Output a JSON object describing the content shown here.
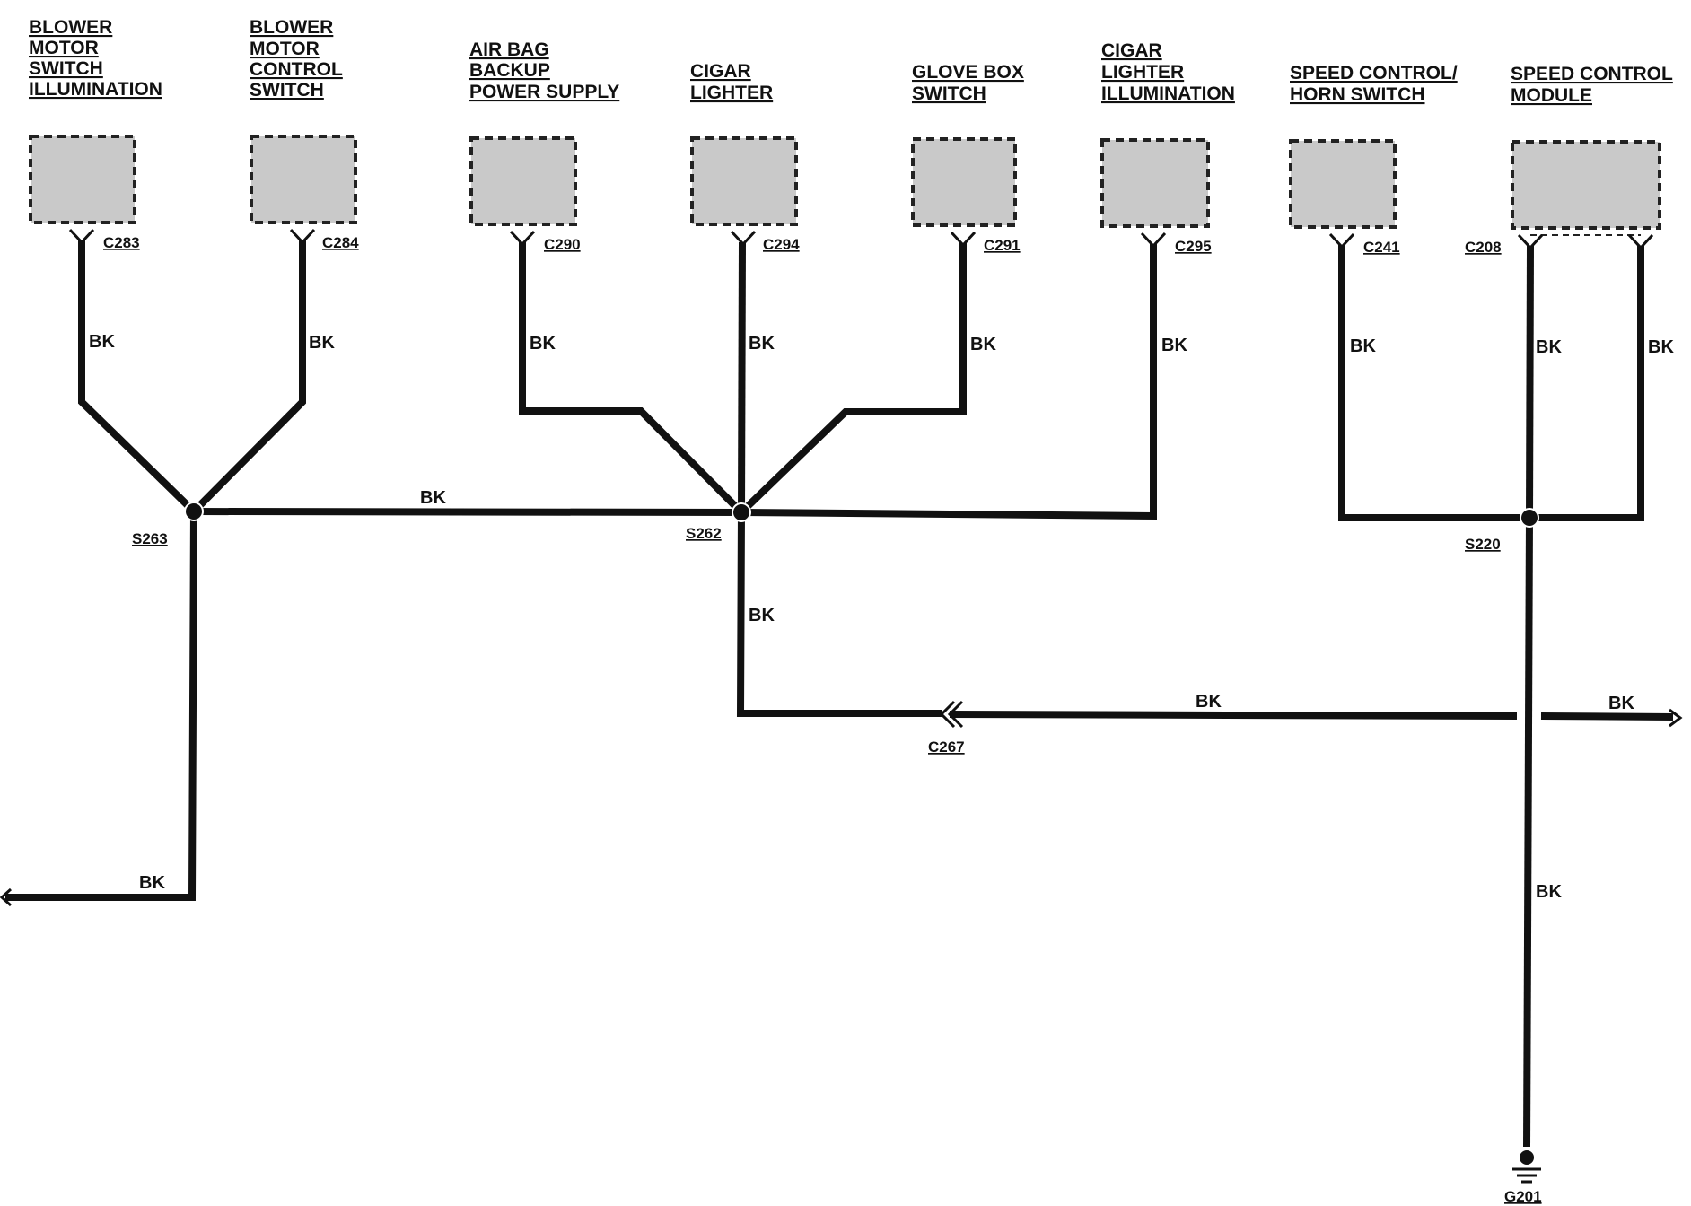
{
  "components": [
    {
      "id": "blower_motor_switch_illumination",
      "title_lines": [
        "BLOWER",
        "MOTOR",
        "SWITCH",
        "ILLUMINATION"
      ],
      "connector": "C283",
      "wire_color": "BK"
    },
    {
      "id": "blower_motor_control_switch",
      "title_lines": [
        "BLOWER",
        "MOTOR",
        "CONTROL",
        "SWITCH"
      ],
      "connector": "C284",
      "wire_color": "BK"
    },
    {
      "id": "air_bag_backup_power_supply",
      "title_lines": [
        "AIR BAG",
        "BACKUP",
        "POWER SUPPLY"
      ],
      "connector": "C290",
      "wire_color": "BK"
    },
    {
      "id": "cigar_lighter",
      "title_lines": [
        "CIGAR",
        "LIGHTER"
      ],
      "connector": "C294",
      "wire_color": "BK"
    },
    {
      "id": "glove_box_switch",
      "title_lines": [
        "GLOVE BOX",
        "SWITCH"
      ],
      "connector": "C291",
      "wire_color": "BK"
    },
    {
      "id": "cigar_lighter_illumination",
      "title_lines": [
        "CIGAR",
        "LIGHTER",
        "ILLUMINATION"
      ],
      "connector": "C295",
      "wire_color": "BK"
    },
    {
      "id": "speed_control_horn_switch",
      "title_lines": [
        "SPEED CONTROL/",
        "HORN SWITCH"
      ],
      "connector": "C241",
      "wire_color": "BK"
    },
    {
      "id": "speed_control_module",
      "title_lines": [
        "SPEED CONTROL",
        "MODULE"
      ],
      "connector": "C208",
      "wire_color": "BK",
      "second_wire_color": "BK"
    }
  ],
  "splices": {
    "left": "S263",
    "center": "S262",
    "right": "S220"
  },
  "inline_connector": "C267",
  "ground": "G201",
  "wire_labels": {
    "s263_to_s262": "BK",
    "s262_down": "BK",
    "c267_run": "BK",
    "right_exit": "BK",
    "left_exit": "BK",
    "ground_run": "BK"
  }
}
